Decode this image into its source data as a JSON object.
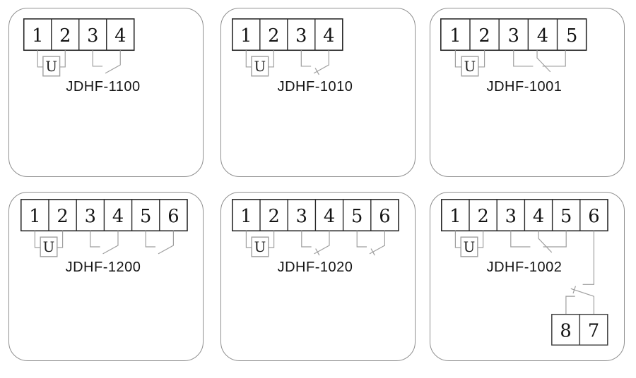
{
  "colors": {
    "panel_border": "#8f8f8f",
    "strip_line": "#262626",
    "wire": "#9e9e9e",
    "aux_block_line": "#3f3f3f",
    "text": "#141414",
    "background": "#ffffff"
  },
  "panels": [
    {
      "id": "jdhf-1100",
      "label": "JDHF-1100",
      "terminals": [
        "1",
        "2",
        "3",
        "4"
      ],
      "coil": {
        "symbol": "U",
        "terminals": [
          "1",
          "2"
        ]
      },
      "contacts": [
        {
          "type": "no",
          "from": "3",
          "to": "4"
        }
      ]
    },
    {
      "id": "jdhf-1010",
      "label": "JDHF-1010",
      "terminals": [
        "1",
        "2",
        "3",
        "4"
      ],
      "coil": {
        "symbol": "U",
        "terminals": [
          "1",
          "2"
        ]
      },
      "contacts": [
        {
          "type": "nc",
          "from": "3",
          "to": "4"
        }
      ]
    },
    {
      "id": "jdhf-1001",
      "label": "JDHF-1001",
      "terminals": [
        "1",
        "2",
        "3",
        "4",
        "5"
      ],
      "coil": {
        "symbol": "U",
        "terminals": [
          "1",
          "2"
        ]
      },
      "contacts": [
        {
          "type": "changeover",
          "a": "3",
          "common": "4",
          "b": "5"
        }
      ]
    },
    {
      "id": "jdhf-1200",
      "label": "JDHF-1200",
      "terminals": [
        "1",
        "2",
        "3",
        "4",
        "5",
        "6"
      ],
      "coil": {
        "symbol": "U",
        "terminals": [
          "1",
          "2"
        ]
      },
      "contacts": [
        {
          "type": "no",
          "from": "3",
          "to": "4"
        },
        {
          "type": "no",
          "from": "5",
          "to": "6"
        }
      ]
    },
    {
      "id": "jdhf-1020",
      "label": "JDHF-1020",
      "terminals": [
        "1",
        "2",
        "3",
        "4",
        "5",
        "6"
      ],
      "coil": {
        "symbol": "U",
        "terminals": [
          "1",
          "2"
        ]
      },
      "contacts": [
        {
          "type": "nc",
          "from": "3",
          "to": "4"
        },
        {
          "type": "nc",
          "from": "5",
          "to": "6"
        }
      ]
    },
    {
      "id": "jdhf-1002",
      "label": "JDHF-1002",
      "terminals": [
        "1",
        "2",
        "3",
        "4",
        "5",
        "6"
      ],
      "coil": {
        "symbol": "U",
        "terminals": [
          "1",
          "2"
        ]
      },
      "contacts": [
        {
          "type": "changeover",
          "a": "3",
          "common": "4",
          "b": "5"
        },
        {
          "type": "changeover-remote",
          "from": "6",
          "aux_terminals": [
            "8",
            "7"
          ]
        }
      ]
    }
  ]
}
